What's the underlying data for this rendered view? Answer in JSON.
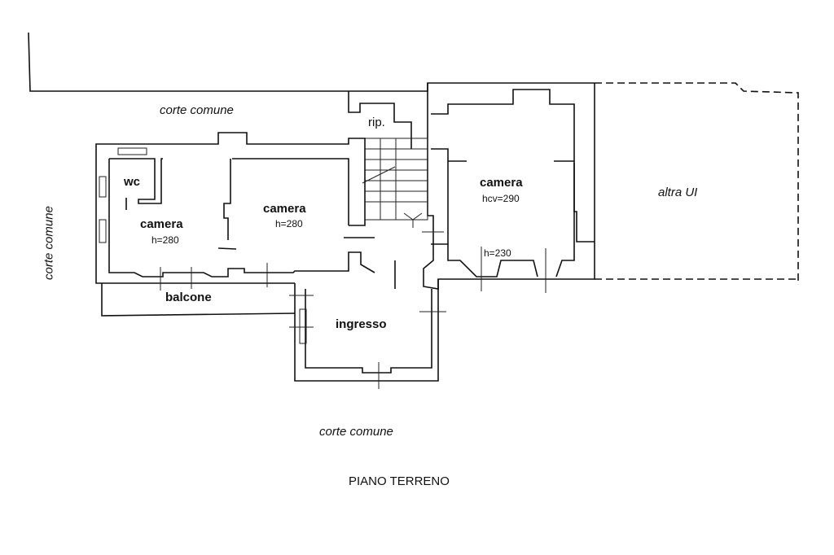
{
  "labels": {
    "corte_comune_top": "corte comune",
    "corte_comune_left": "corte comune",
    "corte_comune_bottom": "corte comune",
    "rip": "rip.",
    "wc": "wc",
    "camera_left": "camera",
    "camera_left_h": "h=280",
    "camera_center": "camera",
    "camera_center_h": "h=280",
    "camera_right": "camera",
    "camera_right_h": "hcv=290",
    "camera_right_h2": "h=230",
    "altra_ui": "altra UI",
    "balcone": "balcone",
    "ingresso": "ingresso",
    "title": "PIANO TERRENO"
  }
}
